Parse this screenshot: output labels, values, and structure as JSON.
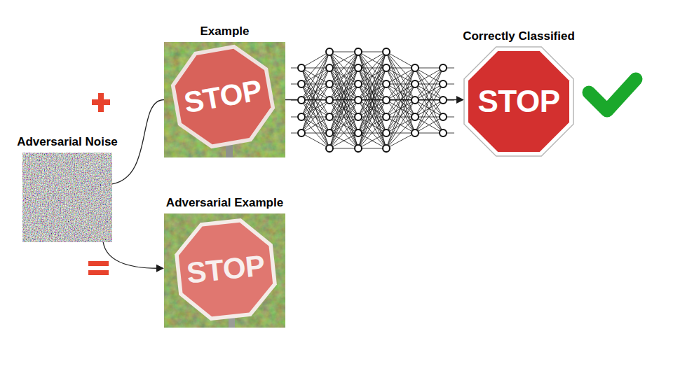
{
  "diagram": {
    "nodes": [
      {
        "text": [
          "Example",
          "STOP"
        ]
      },
      {
        "text": [
          "Correctly Classified",
          "STOP"
        ]
      },
      {
        "text": [
          "Adversarial Noise"
        ]
      },
      {
        "text": [
          "Adversarial Example",
          "STOP"
        ]
      }
    ],
    "edges": [
      {
        "from": 2,
        "to": 0,
        "arrow": "none"
      },
      {
        "from": 2,
        "to": 3,
        "arrow": "to"
      },
      {
        "from": 0,
        "to": 1,
        "arrow": "to"
      }
    ]
  }
}
